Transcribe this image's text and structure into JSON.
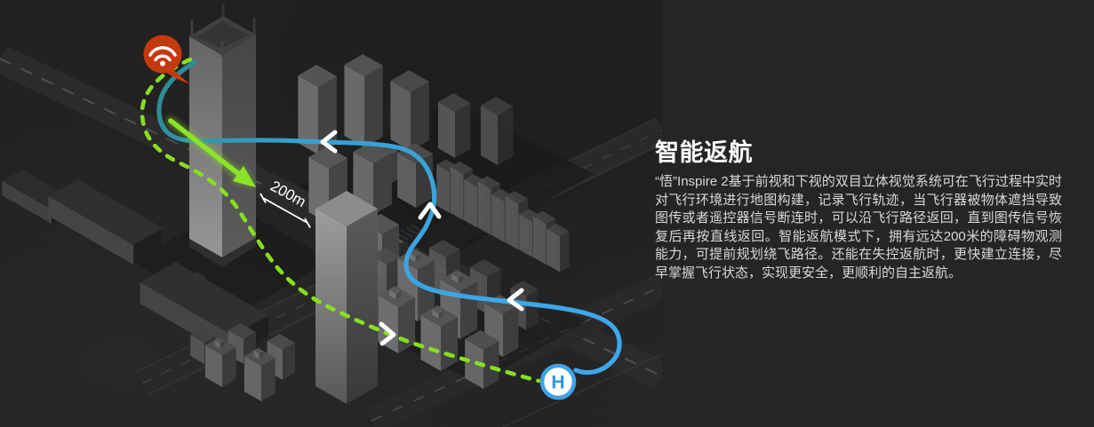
{
  "section": {
    "background_color": "#252525"
  },
  "feature": {
    "title": "智能返航",
    "description": "“悟”Inspire 2基于前视和下视的双目立体视觉系统可在飞行过程中实时对飞行环境进行地图构建，记录飞行轨迹，当飞行器被物体遮挡导致图传或者遥控器信号断连时，可以沿飞行路径返回，直到图传信号恢复后再按直线返回。智能返航模式下，拥有远达200米的障碍物观测能力，可提前规划绕飞路径。还能在失控返航时，更快建立连接，尽早掌握飞行状态，实现更安全，更顺利的自主返航。"
  },
  "illustration": {
    "distance_label": "200m",
    "home_marker_label": "H",
    "icons": [
      "wifi-signal-icon",
      "home-point-marker",
      "route-chevron-icon",
      "return-arrow-icon"
    ],
    "colors": {
      "return_route_blue": "#3EA4E8",
      "return_route_teal": "#2D8C94",
      "flight_route_green": "#87DF1F",
      "signal_bubble_red": "#C5390F",
      "label_white": "#FFFFFF"
    }
  }
}
